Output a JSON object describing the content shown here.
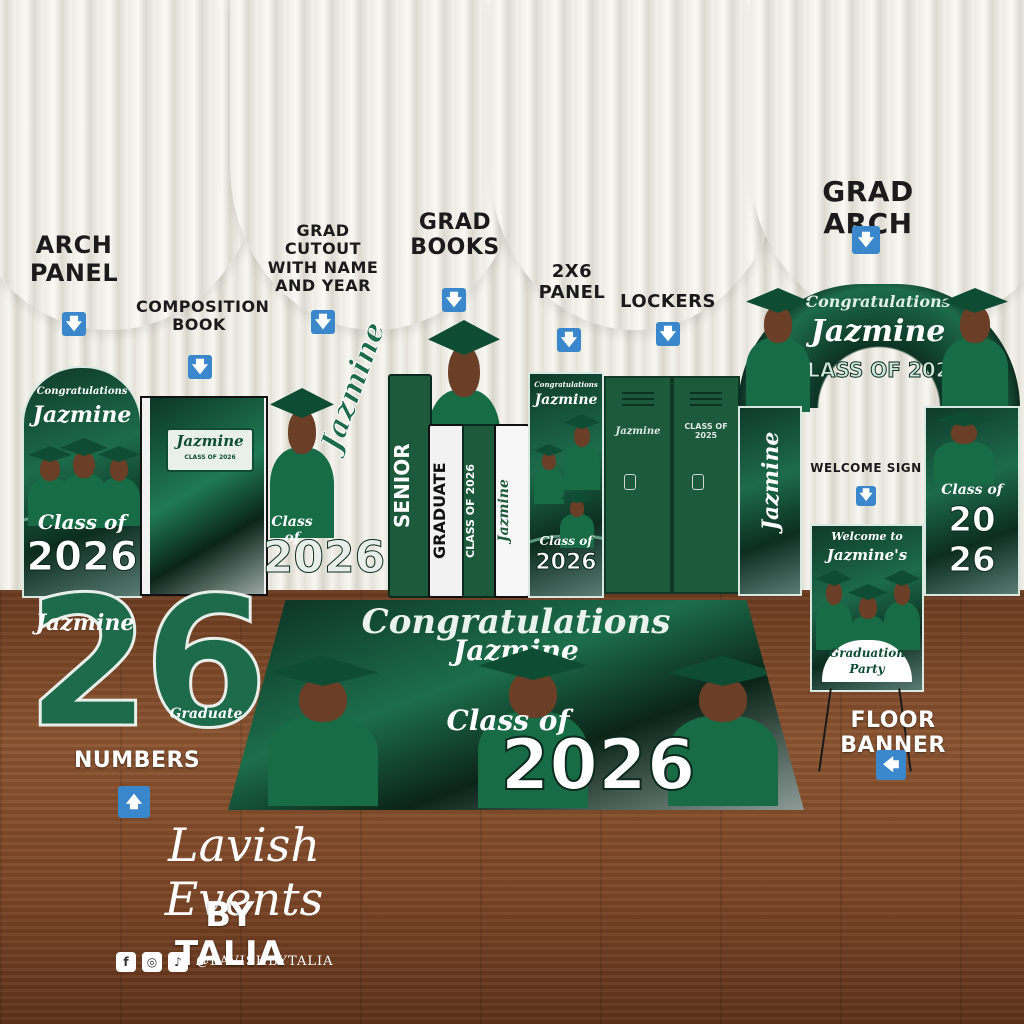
{
  "labels": {
    "grad_arch": "GRAD ARCH",
    "arch_panel_1": "ARCH",
    "arch_panel_2": "PANEL",
    "composition_1": "COMPOSITION",
    "composition_2": "BOOK",
    "cutout_1": "GRAD CUTOUT",
    "cutout_2": "WITH NAME",
    "cutout_3": "AND YEAR",
    "books_1": "GRAD",
    "books_2": "BOOKS",
    "panel2x6_1": "2X6",
    "panel2x6_2": "PANEL",
    "lockers": "LOCKERS",
    "welcome_sign": "WELCOME SIGN",
    "floor_banner": "FLOOR BANNER",
    "numbers": "NUMBERS"
  },
  "arrows": {
    "down": "🡇",
    "left": "🡄",
    "up": "🡅"
  },
  "arch_panel": {
    "congrats": "Congratulations",
    "name": "Jazmine",
    "class_of": "Class of",
    "year": "2026"
  },
  "composition_book": {
    "name": "Jazmine",
    "sub": "CLASS OF 2026"
  },
  "cutout": {
    "name": "Jazmine",
    "class_of": "Class of",
    "year": "2026"
  },
  "books": {
    "senior": "SENIOR",
    "graduate": "GRADUATE",
    "class": "CLASS OF 2026",
    "name": "Jazmine"
  },
  "panel_2x6": {
    "congrats": "Congratulations",
    "name": "Jazmine",
    "class_of": "Class of",
    "year": "2026"
  },
  "lockers_content": {
    "name": "Jazmine",
    "class": "CLASS OF 2025"
  },
  "grad_arch_content": {
    "congrats": "Congratulations",
    "name": "Jazmine",
    "class": "CLASS OF 2026",
    "side_name": "Jazmine",
    "side_class_of": "Class of",
    "side_year_1": "20",
    "side_year_2": "26"
  },
  "welcome": {
    "line1": "Welcome to",
    "name": "Jazmine's",
    "line3": "Graduation",
    "line4": "Party"
  },
  "floor_banner_content": {
    "congrats": "Congratulations",
    "name": "Jazmine",
    "class_of": "Class of",
    "year": "2026"
  },
  "numbers_content": {
    "name": "Jazmine",
    "digits": "26",
    "graduate": "Graduate"
  },
  "brand": {
    "script": "Lavish Events",
    "by": "BY TALIA",
    "handle": "@LAVISHBYTALIA"
  },
  "social_icons": [
    "facebook-icon",
    "instagram-icon",
    "tiktok-icon"
  ],
  "colors": {
    "accent_green": "#1d6b4b",
    "arrow_blue": "#3a87cc",
    "label_dark": "#1b1b1b"
  }
}
